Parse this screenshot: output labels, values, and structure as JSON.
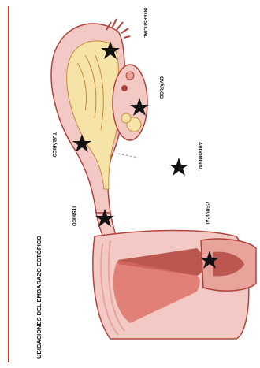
{
  "figure": {
    "title": "UBICACIONES DEL EMBARAZO ECTÓPICO",
    "labels": {
      "intersticial": "INTERSTICIAL",
      "ovarico": "OVÁRICO",
      "tubarico": "TUBÁRICO",
      "abdominal": "ABDOMINAL",
      "itsmico": "ITSMICO",
      "cervical": "CERVICAL"
    }
  },
  "colors": {
    "accent_line": "#c0392b",
    "tissue_light": "#f2c9c4",
    "tissue_mid": "#e8a39b",
    "tissue_dark": "#b0443c",
    "ovary": "#f6e3a8",
    "star": "#111111"
  }
}
